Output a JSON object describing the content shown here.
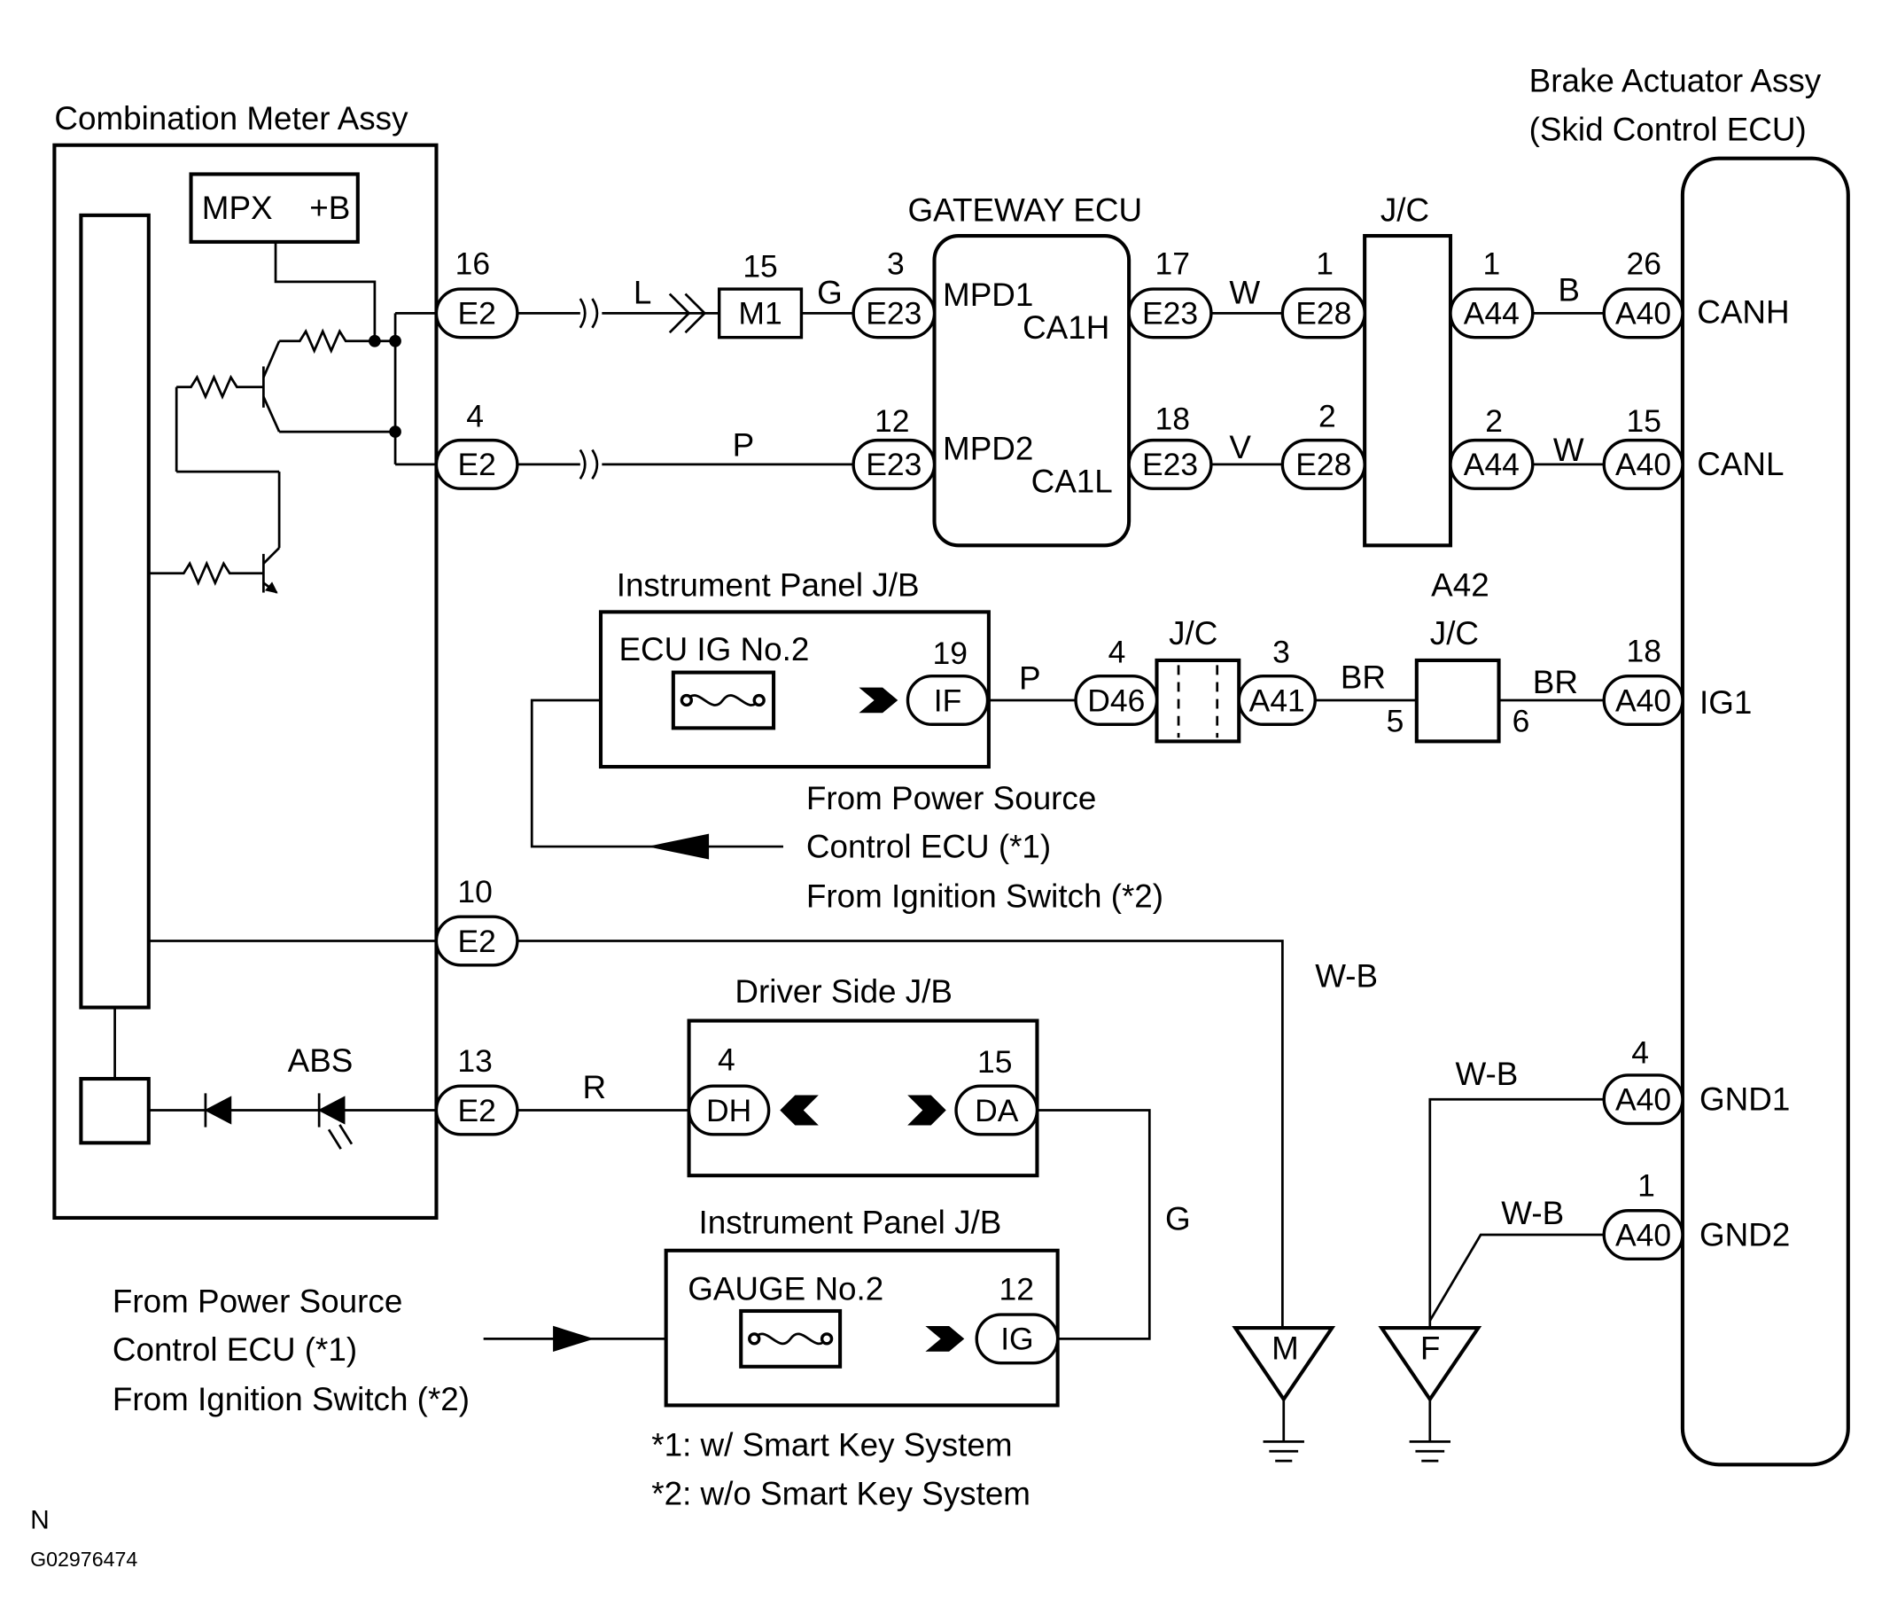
{
  "components": {
    "combination_meter": "Combination Meter Assy",
    "mpx": "MPX",
    "plus_b": "+B",
    "abs": "ABS",
    "gateway_ecu": "GATEWAY ECU",
    "mpd1": "MPD1",
    "ca1h": "CA1H",
    "mpd2": "MPD2",
    "ca1l": "CA1L",
    "jc": "J/C",
    "brake_actuator_line1": "Brake Actuator Assy",
    "brake_actuator_line2": "(Skid Control ECU)",
    "canh": "CANH",
    "canl": "CANL",
    "ig1": "IG1",
    "gnd1": "GND1",
    "gnd2": "GND2",
    "instrument_panel_jb": "Instrument Panel J/B",
    "ecu_ig_no2": "ECU IG No.2",
    "a42": "A42",
    "driver_side_jb": "Driver Side J/B",
    "gauge_no2": "GAUGE No.2",
    "ground_m": "M",
    "ground_f": "F"
  },
  "connectors": [
    {
      "id": "E2",
      "pin": "16"
    },
    {
      "id": "E2",
      "pin": "4"
    },
    {
      "id": "E2",
      "pin": "10"
    },
    {
      "id": "E2",
      "pin": "13"
    },
    {
      "id": "M1",
      "pin": "15"
    },
    {
      "id": "E23",
      "pin": "3"
    },
    {
      "id": "E23",
      "pin": "12"
    },
    {
      "id": "E23",
      "pin": "17"
    },
    {
      "id": "E23",
      "pin": "18"
    },
    {
      "id": "E28",
      "pin": "1"
    },
    {
      "id": "E28",
      "pin": "2"
    },
    {
      "id": "A44",
      "pin": "1"
    },
    {
      "id": "A44",
      "pin": "2"
    },
    {
      "id": "A40",
      "pin": "26"
    },
    {
      "id": "A40",
      "pin": "15"
    },
    {
      "id": "A40",
      "pin": "18"
    },
    {
      "id": "A40",
      "pin": "4"
    },
    {
      "id": "A40",
      "pin": "1"
    },
    {
      "id": "IF",
      "pin": "19"
    },
    {
      "id": "D46",
      "pin": "4"
    },
    {
      "id": "A41",
      "pin": "3"
    },
    {
      "id": "DH",
      "pin": "4"
    },
    {
      "id": "DA",
      "pin": "15"
    },
    {
      "id": "IG",
      "pin": "12"
    }
  ],
  "terminals": {
    "a42_in": "5",
    "a42_out": "6"
  },
  "wires": {
    "l": "L",
    "g": "G",
    "w": "W",
    "b": "B",
    "p": "P",
    "v": "V",
    "br": "BR",
    "wb": "W-B",
    "r": "R"
  },
  "notes": {
    "power_top_1": "From Power Source",
    "power_top_2": "Control ECU (*1)",
    "power_top_3": "From Ignition Switch (*2)",
    "power_bottom_1": "From Power Source",
    "power_bottom_2": "Control ECU (*1)",
    "power_bottom_3": "From Ignition Switch (*2)",
    "footnote_1": "*1: w/ Smart Key System",
    "footnote_2": "*2: w/o Smart Key System"
  },
  "corner": {
    "code": "N",
    "figure_id": "G02976474"
  }
}
